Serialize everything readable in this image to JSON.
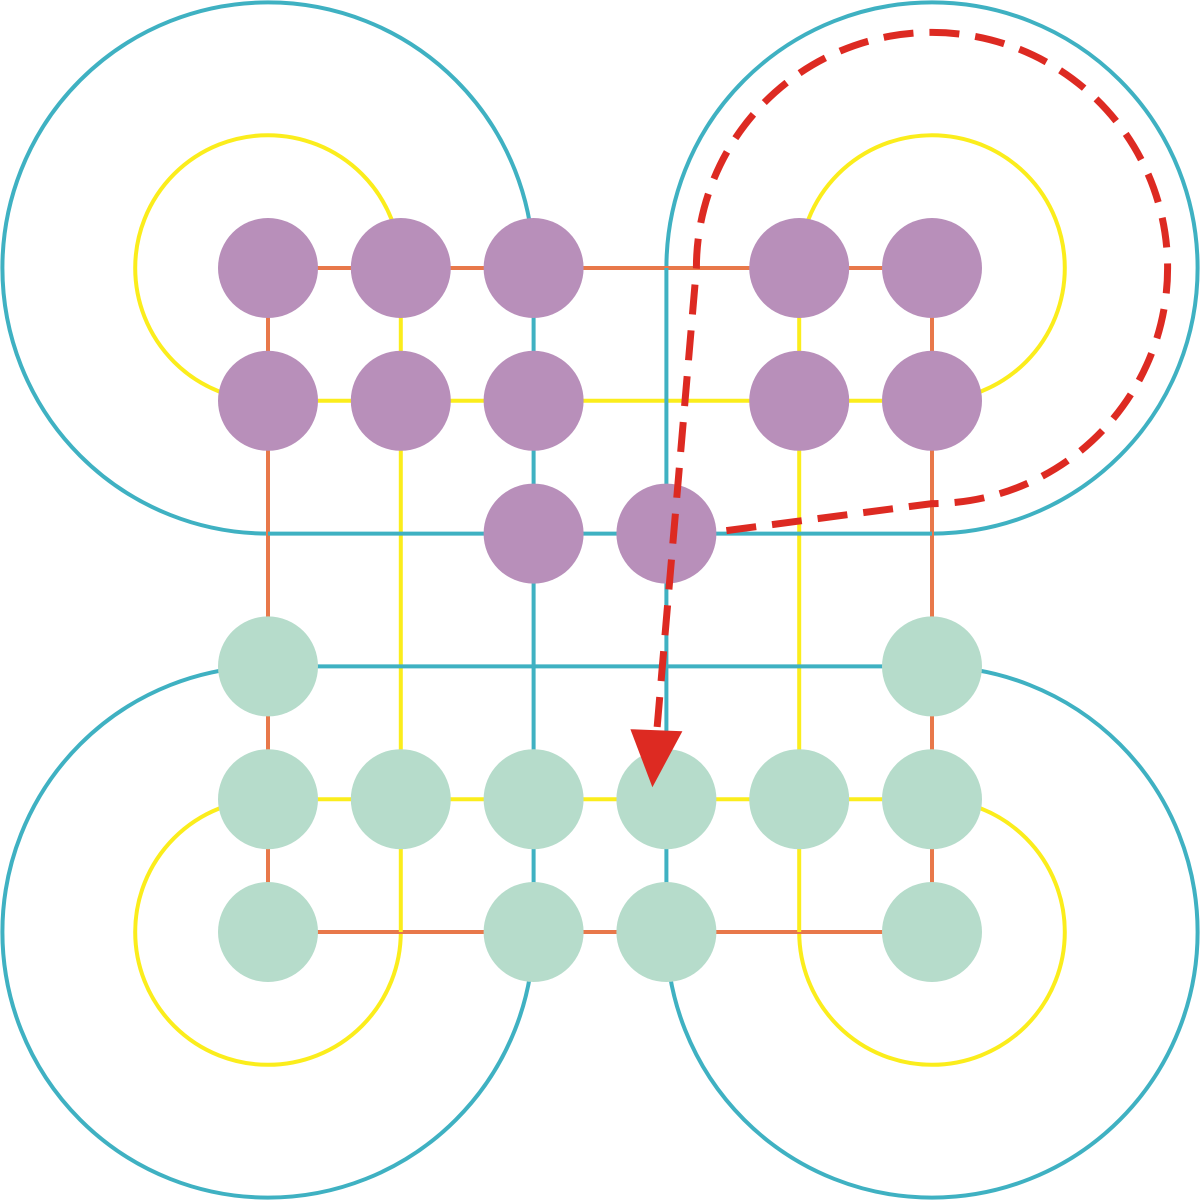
{
  "diagram": {
    "type": "game-board",
    "grid_size": 6,
    "colors": {
      "background": "#ffffff",
      "purple_stone": "#b88fba",
      "green_stone": "#b6dccb",
      "orange_line": "#e8784a",
      "yellow_line": "#fbed1c",
      "teal_line": "#3fb1c2",
      "move_path": "#dd2a22"
    },
    "lines": {
      "orange": {
        "rows": [
          0,
          5
        ],
        "cols": [
          0,
          5
        ]
      },
      "yellow": {
        "rows": [
          1,
          4
        ],
        "cols": [
          1,
          4
        ]
      },
      "teal": {
        "rows": [
          2,
          3
        ],
        "cols": [
          2,
          3
        ]
      }
    },
    "loops": [
      {
        "color": "yellow",
        "corner": "top-left"
      },
      {
        "color": "yellow",
        "corner": "top-right"
      },
      {
        "color": "yellow",
        "corner": "bottom-left"
      },
      {
        "color": "yellow",
        "corner": "bottom-right"
      },
      {
        "color": "teal",
        "corner": "top-left"
      },
      {
        "color": "teal",
        "corner": "top-right"
      },
      {
        "color": "teal",
        "corner": "bottom-left"
      },
      {
        "color": "teal",
        "corner": "bottom-right"
      }
    ],
    "purple_stones": [
      [
        0,
        0
      ],
      [
        0,
        1
      ],
      [
        0,
        2
      ],
      [
        0,
        4
      ],
      [
        0,
        5
      ],
      [
        1,
        0
      ],
      [
        1,
        1
      ],
      [
        1,
        2
      ],
      [
        1,
        4
      ],
      [
        1,
        5
      ],
      [
        2,
        2
      ],
      [
        2,
        3
      ]
    ],
    "green_stones": [
      [
        3,
        0
      ],
      [
        3,
        5
      ],
      [
        4,
        0
      ],
      [
        4,
        1
      ],
      [
        4,
        2
      ],
      [
        4,
        3
      ],
      [
        4,
        4
      ],
      [
        4,
        5
      ],
      [
        5,
        0
      ],
      [
        5,
        2
      ],
      [
        5,
        3
      ],
      [
        5,
        5
      ]
    ],
    "capture_move": {
      "from": [
        2,
        3
      ],
      "to": [
        4,
        3
      ],
      "via_loop": "teal top-right"
    }
  }
}
